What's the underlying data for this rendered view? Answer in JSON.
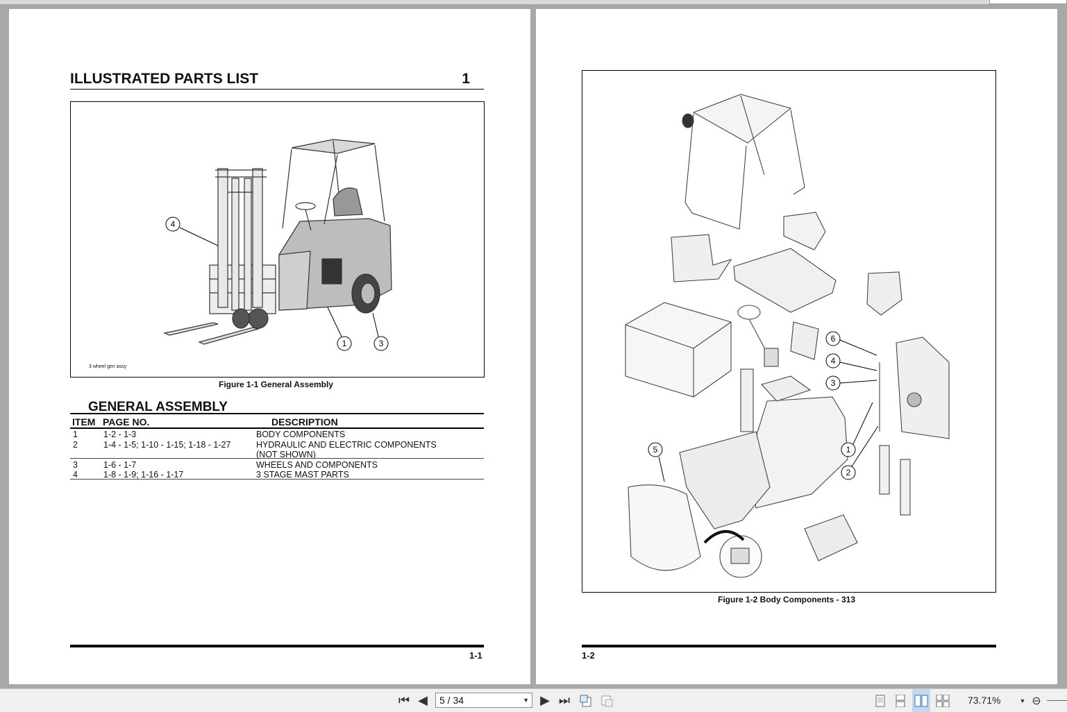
{
  "left_page": {
    "header_title": "ILLUSTRATED PARTS LIST",
    "header_number": "1",
    "figure_note": "3 wheel gen assy",
    "figure_callouts": [
      "4",
      "1",
      "3"
    ],
    "figure_caption": "Figure 1-1 General Assembly",
    "section_title": "GENERAL ASSEMBLY",
    "table": {
      "headers": [
        "ITEM",
        "PAGE NO.",
        "DESCRIPTION"
      ],
      "rows": [
        {
          "item": "1",
          "page": "1-2 - 1-3",
          "desc": "BODY COMPONENTS",
          "desc2": ""
        },
        {
          "item": "2",
          "page": "1-4 - 1-5; 1-10 - 1-15; 1-18 - 1-27",
          "desc": "HYDRAULIC AND ELECTRIC COMPONENTS",
          "desc2": "(NOT SHOWN)"
        },
        {
          "item": "3",
          "page": "1-6 - 1-7",
          "desc": "WHEELS AND COMPONENTS",
          "desc2": ""
        },
        {
          "item": "4",
          "page": "1-8 - 1-9; 1-16 - 1-17",
          "desc": "3 STAGE MAST PARTS",
          "desc2": ""
        }
      ]
    },
    "page_number": "1-1"
  },
  "right_page": {
    "figure_callouts": [
      "6",
      "4",
      "3",
      "1",
      "2",
      "5"
    ],
    "figure_caption": "Figure 1-2  Body Components - 313",
    "page_number": "1-2"
  },
  "toolbar": {
    "page_indicator": "5 / 34",
    "zoom_level": "73.71%"
  },
  "icons": [
    "first-page-icon",
    "prev-page-icon",
    "next-page-icon",
    "last-page-icon",
    "previous-view-icon",
    "next-view-icon",
    "single-page-icon",
    "continuous-icon",
    "two-page-icon",
    "two-page-continuous-icon",
    "zoom-dropdown-icon",
    "zoom-out-icon"
  ]
}
